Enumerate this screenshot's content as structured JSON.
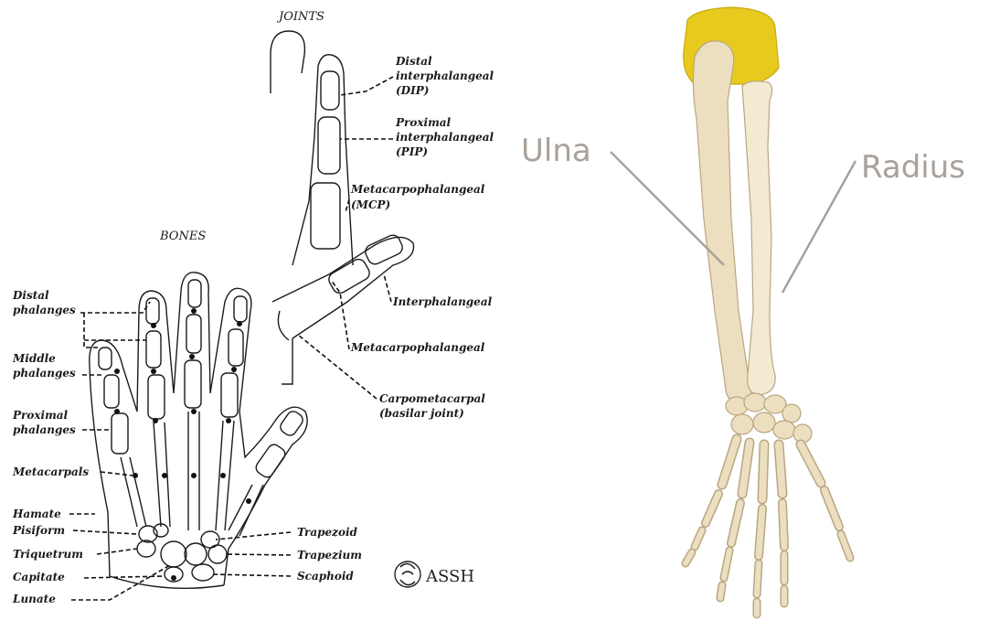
{
  "hand_diagram": {
    "joints_heading": "JOINTS",
    "bones_heading": "BONES",
    "joint_labels": [
      [
        "Distal",
        "interphalangeal",
        "(DIP)"
      ],
      [
        "Proximal",
        "interphalangeal",
        "(PIP)"
      ],
      [
        "Metacarpophalangeal",
        "(MCP)"
      ],
      [
        "Interphalangeal"
      ],
      [
        "Metacarpophalangeal"
      ],
      [
        "Carpometacarpal",
        "(basilar joint)"
      ]
    ],
    "bone_labels_left": [
      [
        "Distal",
        "phalanges"
      ],
      [
        "Middle",
        "phalanges"
      ],
      [
        "Proximal",
        "phalanges"
      ],
      [
        "Metacarpals"
      ],
      [
        "Hamate"
      ],
      [
        "Pisiform"
      ],
      [
        "Triquetrum"
      ],
      [
        "Capitate"
      ],
      [
        "Lunate"
      ]
    ],
    "bone_labels_right": [
      "Trapezoid",
      "Trapezium",
      "Scaphoid"
    ],
    "logo_text": "ASSH"
  },
  "forearm_diagram": {
    "ulna_label": "Ulna",
    "radius_label": "Radius",
    "colors": {
      "humerus": "#e8c91e",
      "bone": "#ecdfc0",
      "outline": "#b8a680",
      "label": "#a9a19a"
    }
  }
}
